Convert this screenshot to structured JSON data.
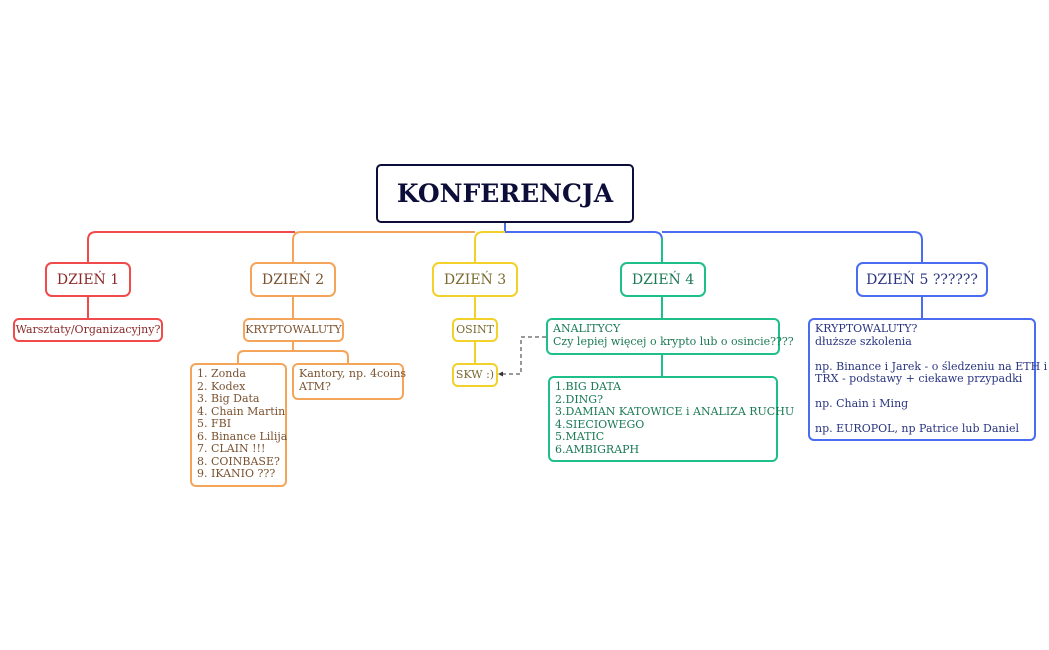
{
  "root": {
    "title": "KONFERENCJA"
  },
  "colors": {
    "root": "#0d0d3a",
    "day1": "#f04a4a",
    "day2": "#f5a55a",
    "day3": "#f2d12a",
    "day4": "#1fbf8a",
    "day5": "#4a6cf0"
  },
  "days": [
    {
      "label": "DZIEŃ 1",
      "topics": [
        "Warsztaty/Organizacyjny?"
      ]
    },
    {
      "label": "DZIEŃ 2",
      "topics": [
        "KRYPTOWALUTY"
      ],
      "subtopics": [
        "1. Zonda\n2. Kodex\n3. Big Data\n4. Chain Martin\n5. FBI\n6. Binance Lilija\n7. CLAIN !!!\n8. COINBASE?\n9. IKANIO ???",
        "Kantory, np. 4coins\nATM?"
      ]
    },
    {
      "label": "DZIEŃ 3",
      "topics": [
        "OSINT",
        "SKW :)"
      ]
    },
    {
      "label": "DZIEŃ 4",
      "topics": [
        "ANALITYCY\nCzy lepiej więcej o krypto lub o osincie????",
        "1.BIG DATA\n2.DING?\n3.DAMIAN KATOWICE i ANALIZA RUCHU\n4.SIECIOWEGO\n5.MATIC\n6.AMBIGRAPH"
      ]
    },
    {
      "label": "DZIEŃ 5 ??????",
      "topics": [
        "KRYPTOWALUTY?\ndłuższe szkolenia\n\nnp. Binance i Jarek - o śledzeniu na ETH i\nTRX - podstawy + ciekawe przypadki\n\nnp. Chain i Ming\n\nnp. EUROPOL, np Patrice lub Daniel"
      ]
    }
  ]
}
